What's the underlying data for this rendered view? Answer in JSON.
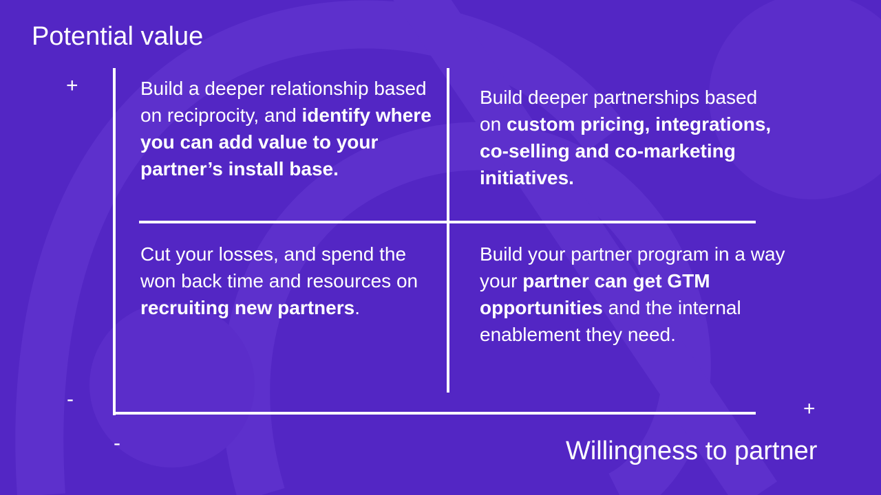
{
  "colors": {
    "background": "#5326c4",
    "background_shape": "#5d30cc",
    "foreground": "#ffffff"
  },
  "y_axis": {
    "title": "Potential value",
    "high_label": "+",
    "low_label": "-"
  },
  "x_axis": {
    "title": "Willingness to partner",
    "low_label": "-",
    "high_label": "+"
  },
  "quadrants": {
    "top_left": {
      "text_1": "Build a deeper relationship based on reciprocity, and ",
      "bold_1": "identify where you can add value to your partner’s install base."
    },
    "top_right": {
      "text_1": "Build deeper partnerships based on ",
      "bold_1": "custom pricing, integrations, co-selling and co-marketing initiatives."
    },
    "bottom_left": {
      "text_1": "Cut your losses, and spend the won back time and resources on ",
      "bold_1": "recruiting new partners",
      "text_2": "."
    },
    "bottom_right": {
      "text_1": "Build your partner program in a way your ",
      "bold_1": "partner can get GTM opportunities",
      "text_2": " and the internal enablement they need."
    }
  }
}
